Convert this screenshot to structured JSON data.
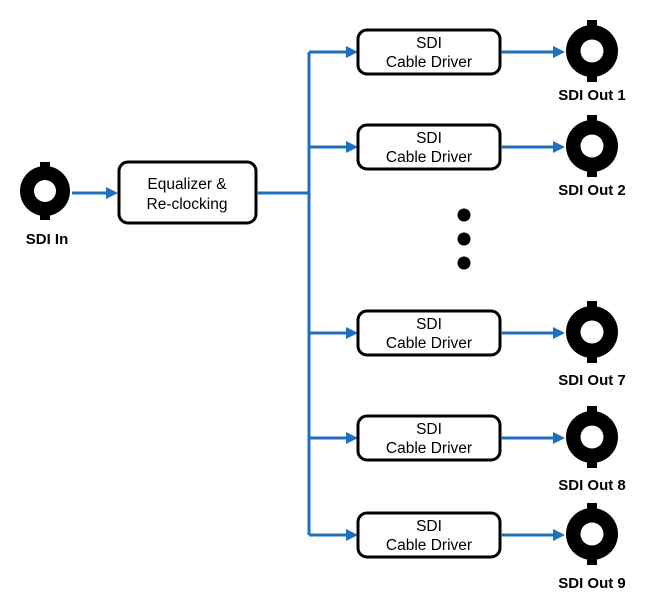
{
  "input": {
    "label": "SDI In"
  },
  "processor": {
    "line1": "Equalizer &",
    "line2": "Re-clocking"
  },
  "driver": {
    "line1": "SDI",
    "line2": "Cable Driver"
  },
  "outputs": [
    {
      "label": "SDI Out 1"
    },
    {
      "label": "SDI Out 2"
    },
    {
      "label": "SDI Out 7"
    },
    {
      "label": "SDI Out 8"
    },
    {
      "label": "SDI Out 9"
    }
  ],
  "colors": {
    "wire": "#1f6fbf",
    "stroke": "#000000"
  }
}
